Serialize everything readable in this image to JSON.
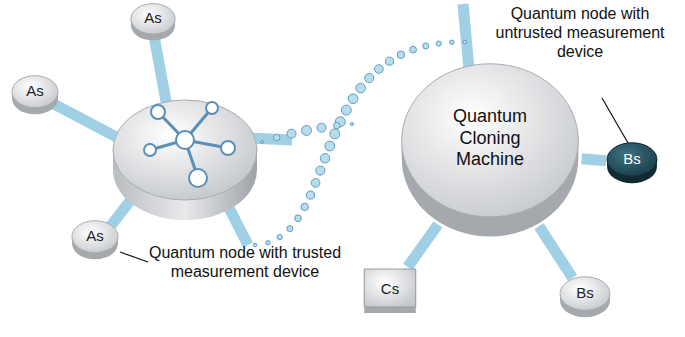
{
  "diagram": {
    "nodes": [
      {
        "text": [
          "As"
        ]
      },
      {
        "text": [
          "As"
        ]
      },
      {
        "text": [
          "As"
        ]
      },
      {
        "text": [
          "Quantum Cloning Machine"
        ]
      },
      {
        "text": [
          "Bs"
        ]
      },
      {
        "text": [
          "Cs"
        ]
      },
      {
        "text": [
          "Bs"
        ]
      }
    ],
    "edges": [
      {
        "from": 3,
        "to": 4,
        "arrow": "none"
      },
      {
        "from": 3,
        "to": 5,
        "arrow": "none"
      },
      {
        "from": 3,
        "to": 6,
        "arrow": "none"
      }
    ],
    "labels": [
      "Quantum node with untrusted measurement device",
      "Quantum node with trusted measurement device"
    ]
  }
}
